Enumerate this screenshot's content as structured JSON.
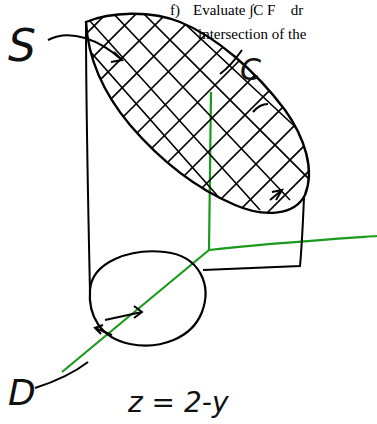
{
  "diagram": {
    "labels": [
      "f)",
      "Evaluate ∫C F⃗ dr⃗",
      "intersection of the",
      "S",
      "C",
      "D",
      "z = 2-y"
    ]
  }
}
